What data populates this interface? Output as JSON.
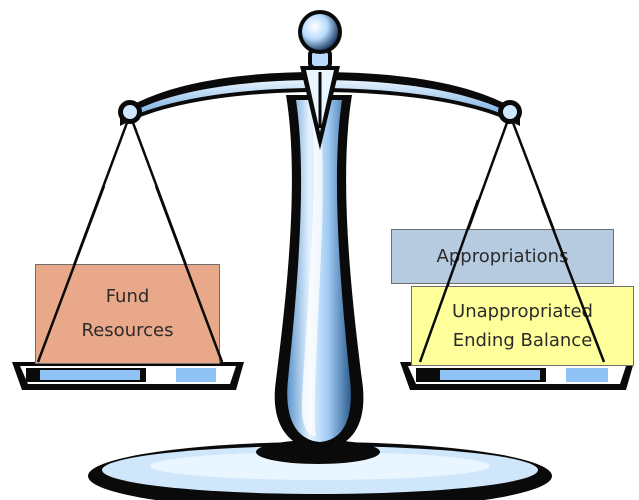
{
  "diagram": {
    "left_pan": {
      "label_line1": "Fund",
      "label_line2": "Resources"
    },
    "right_pan": {
      "top_box": {
        "label": "Appropriations"
      },
      "bottom_box": {
        "label_line1": "Unappropriated",
        "label_line2": "Ending Balance"
      }
    }
  },
  "colors": {
    "metal_light": "#d4e9ff",
    "metal_mid": "#8fc3f5",
    "metal_dark": "#0a0a0a",
    "fund_box": "#e9a889",
    "approp_box": "#b7cbe0",
    "unapprop_box": "#ffff9c"
  }
}
